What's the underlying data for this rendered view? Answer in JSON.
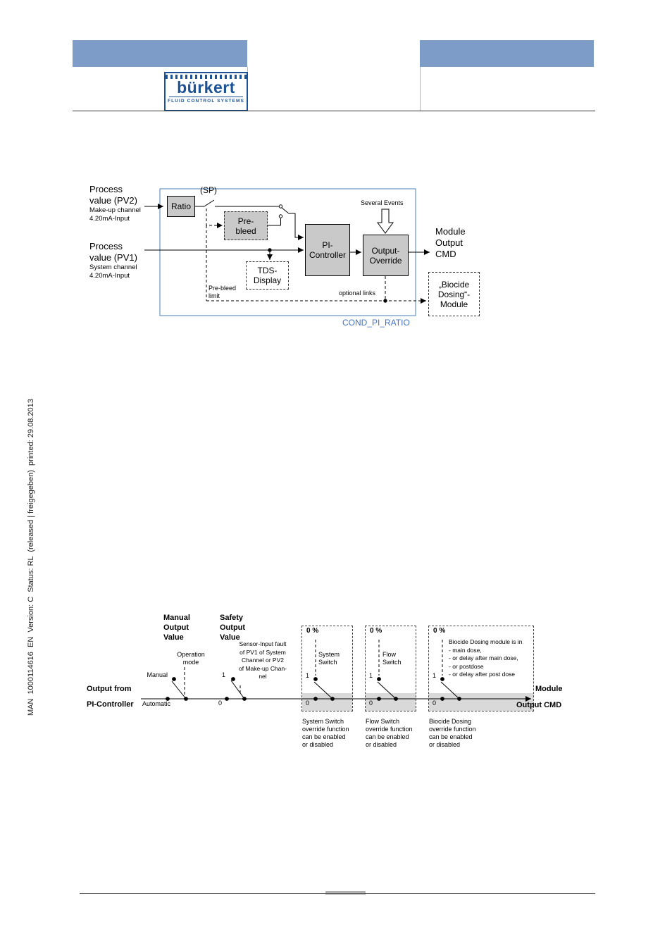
{
  "colors": {
    "bar": "#7e9cc8",
    "brand": "#1d5296",
    "frame": "#4a7ebb",
    "caption": "#4472c4",
    "boxfill": "#c9c9c9",
    "strip": "#d9d9d9"
  },
  "header": {
    "logo_brand": "bürkert",
    "logo_tagline": "FLUID CONTROL SYSTEMS"
  },
  "sidebar": {
    "print_info": "MAN  1000114616  EN  Version: C  Status: RL  (released | freigegeben)  printed: 29.08.2013"
  },
  "diagram1": {
    "pv2_title": "Process\nvalue (PV2)",
    "pv2_sub": "Make-up channel\n4.20mA-Input",
    "pv1_title": "Process\nvalue (PV1)",
    "pv1_sub": "System channel\n4.20mA-Input",
    "sp": "(SP)",
    "ratio": "Ratio",
    "pre_bleed": "Pre-\nbleed",
    "pi_controller": "PI-\nController",
    "output_override": "Output-\nOverride",
    "tds_display": "TDS-\nDisplay",
    "several_events": "Several Events",
    "module_output": "Module\nOutput\nCMD",
    "pre_bleed_limit": "Pre-bleed\nlimit",
    "optional_links": "optional links",
    "biocide_module": "„Biocide\nDosing“-\nModule",
    "caption": "COND_PI_RATIO"
  },
  "diagram2": {
    "manual_output_value": "Manual\nOutput\nValue",
    "safety_output_value": "Safety\nOutput\nValue",
    "operation_mode": "Operation\nmode",
    "sensor_fault": "Sensor-Input fault\nof PV1 of System\nChannel or PV2\nof Make-up Chan-\nnel",
    "manual": "Manual",
    "automatic": "Automatic",
    "output_from": "Output from",
    "pi_controller": "PI-Controller",
    "safety_one": "1",
    "safety_zero": "0",
    "module": "Module",
    "output_cmd": "Output CMD",
    "boxes": [
      {
        "percent": "0 %",
        "name": "System\nSwitch",
        "one": "1",
        "zero": "0",
        "caption": "System Switch\noverride function\ncan be enabled\nor disabled"
      },
      {
        "percent": "0 %",
        "name": "Flow\nSwitch",
        "one": "1",
        "zero": "0",
        "caption": "Flow Switch\noverride function\ncan be enabled\nor disabled"
      },
      {
        "percent": "0 %",
        "name": "Biocide Dosing module is in\n- main dose,\n- or delay after main dose,\n- or postdose\n- or delay after post dose",
        "one": "1",
        "zero": "0",
        "caption": "Biocide Dosing\noverride function\ncan be enabled\nor disabled"
      }
    ]
  }
}
